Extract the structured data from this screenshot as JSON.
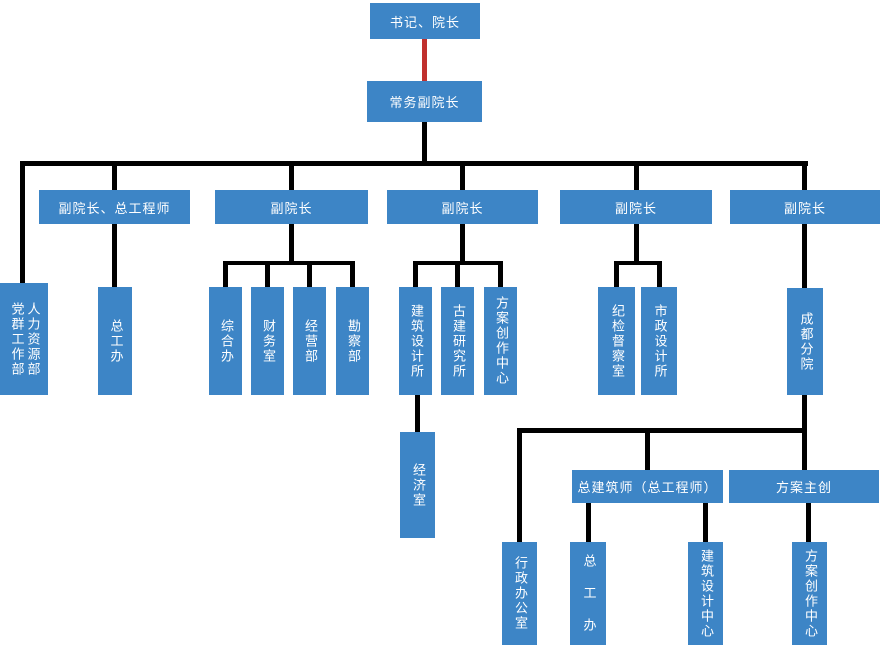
{
  "diagram": {
    "type": "org-chart",
    "colors": {
      "node_fill": "#3d85c6",
      "node_text": "#ffffff",
      "connector": "#000000",
      "top_connector": "#c0302e"
    },
    "nodes": {
      "secretary_president": "书记、院长",
      "executive_vice_president": "常务副院长",
      "vp_chief_engineer": "副院长、总工程师",
      "vice_president_2": "副院长",
      "vice_president_3": "副院长",
      "vice_president_4": "副院长",
      "vice_president_5": "副院长",
      "party_mass_work_dept": "党群工作部",
      "hr_dept": "人力资源部",
      "chief_engineer_office": "总工办",
      "general_office": "综合办",
      "finance_office": "财务室",
      "business_dept": "经营部",
      "survey_dept": "勘察部",
      "architecture_design_institute": "建筑设计所",
      "ancient_building_institute": "古建研究所",
      "scheme_creation_center": "方案创作中心",
      "economy_office": "经济室",
      "discipline_inspection_office": "纪检督察室",
      "municipal_design_institute": "市政设计所",
      "chengdu_branch": "成都分院",
      "admin_office": "行政办公室",
      "chief_architect": "总建筑师（总工程师）",
      "scheme_director": "方案主创",
      "chengdu_chief_engineer_office": "总 工 办",
      "architecture_design_center": "建筑设计中心",
      "chengdu_scheme_creation_center": "方案创作中心"
    },
    "edges": [
      {
        "from": "secretary_president",
        "to": "executive_vice_president",
        "color": "top_connector"
      },
      {
        "from": "executive_vice_president",
        "to": "party_mass_work_dept_hr_dept"
      },
      {
        "from": "executive_vice_president",
        "to": "vp_chief_engineer"
      },
      {
        "from": "executive_vice_president",
        "to": "vice_president_2"
      },
      {
        "from": "executive_vice_president",
        "to": "vice_president_3"
      },
      {
        "from": "executive_vice_president",
        "to": "vice_president_4"
      },
      {
        "from": "executive_vice_president",
        "to": "vice_president_5"
      },
      {
        "from": "vp_chief_engineer",
        "to": "chief_engineer_office"
      },
      {
        "from": "vice_president_2",
        "to": "general_office"
      },
      {
        "from": "vice_president_2",
        "to": "finance_office"
      },
      {
        "from": "vice_president_2",
        "to": "business_dept"
      },
      {
        "from": "vice_president_2",
        "to": "survey_dept"
      },
      {
        "from": "vice_president_3",
        "to": "architecture_design_institute"
      },
      {
        "from": "vice_president_3",
        "to": "ancient_building_institute"
      },
      {
        "from": "vice_president_3",
        "to": "scheme_creation_center"
      },
      {
        "from": "architecture_design_institute",
        "to": "economy_office"
      },
      {
        "from": "vice_president_4",
        "to": "discipline_inspection_office"
      },
      {
        "from": "vice_president_4",
        "to": "municipal_design_institute"
      },
      {
        "from": "vice_president_5",
        "to": "chengdu_branch"
      },
      {
        "from": "chengdu_branch",
        "to": "admin_office"
      },
      {
        "from": "chengdu_branch",
        "to": "chief_architect"
      },
      {
        "from": "chengdu_branch",
        "to": "scheme_director"
      },
      {
        "from": "chief_architect",
        "to": "chengdu_chief_engineer_office"
      },
      {
        "from": "chief_architect",
        "to": "architecture_design_center"
      },
      {
        "from": "scheme_director",
        "to": "chengdu_scheme_creation_center"
      }
    ]
  }
}
